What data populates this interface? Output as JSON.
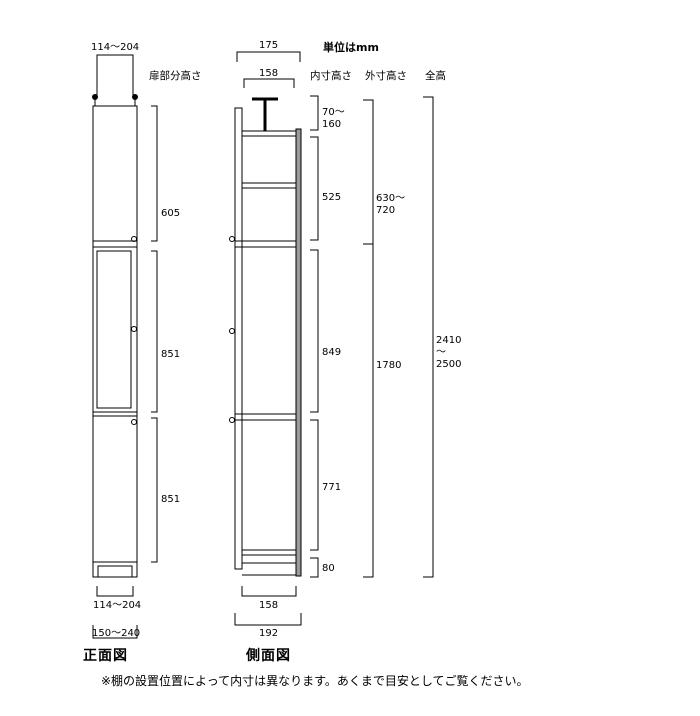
{
  "unit_note": "単位はmm",
  "headers": {
    "door_height": "扉部分高さ",
    "inner_height": "内寸高さ",
    "outer_height": "外寸高さ",
    "total_height": "全高"
  },
  "front_view": {
    "title": "正面図",
    "top_width": "114～204",
    "bottom_inner_width": "114～204",
    "bottom_outer_width": "150～240",
    "door_heights": [
      "605",
      "851",
      "851"
    ]
  },
  "side_view": {
    "title": "側面図",
    "top_outer_width": "175",
    "top_inner_width": "158",
    "bottom_inner_width": "158",
    "bottom_outer_width": "192",
    "inner_heights": [
      "70～\n160",
      "525",
      "849",
      "771",
      "80"
    ],
    "outer_heights": [
      "630～\n720",
      "1780"
    ],
    "total_height": "2410\n～\n2500"
  },
  "footnote": "※棚の設置位置によって内寸は異なります。あくまで目安としてご覧ください。"
}
